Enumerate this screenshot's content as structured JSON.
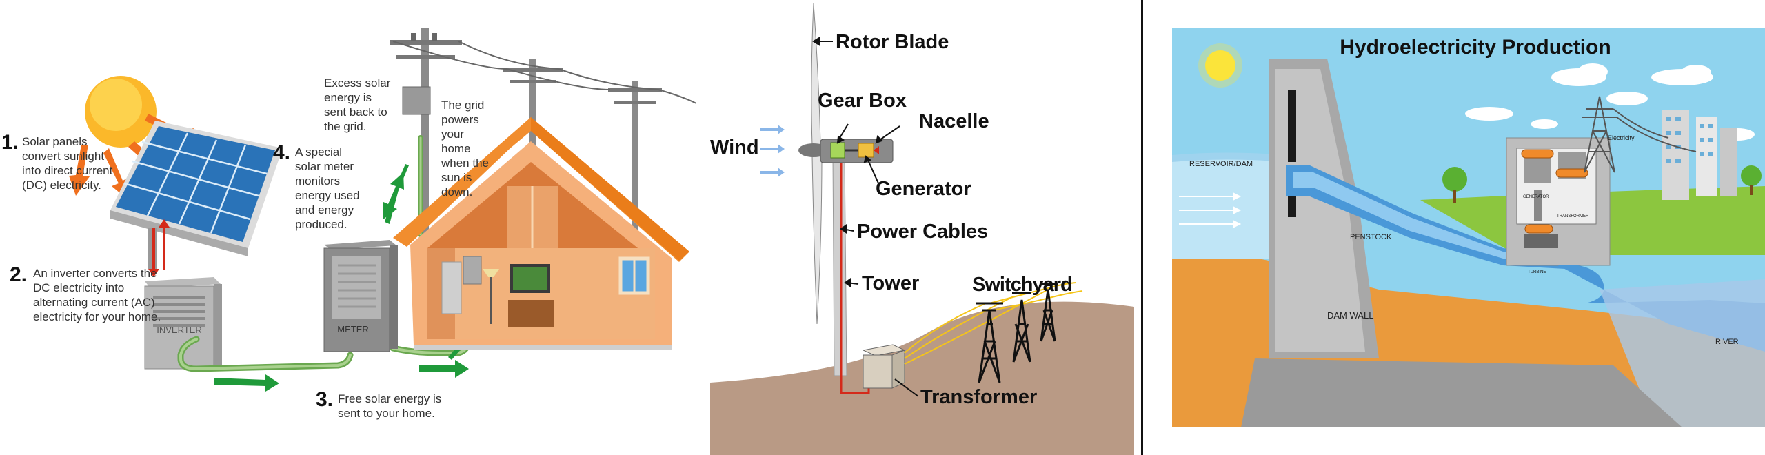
{
  "solar": {
    "step1": {
      "num": "1.",
      "text": "Solar panels convert sunlight into direct current (DC) electricity."
    },
    "step2": {
      "num": "2.",
      "text": "An inverter converts the DC electricity into alternating current (AC) electricity for your home."
    },
    "step3": {
      "num": "3.",
      "text": "Free solar energy is sent to your home."
    },
    "step4": {
      "num": "4.",
      "text": "A special solar meter monitors energy used and energy produced."
    },
    "excess": "Excess solar energy is sent back to the grid.",
    "grid": "The grid powers your home when the sun is down.",
    "inverter_label": "INVERTER",
    "meter_label": "METER"
  },
  "wind": {
    "rotor_blade": "Rotor Blade",
    "gear_box": "Gear Box",
    "nacelle": "Nacelle",
    "wind": "Wind",
    "generator": "Generator",
    "power_cables": "Power Cables",
    "tower": "Tower",
    "switchyard": "Switchyard",
    "transformer": "Transformer"
  },
  "hydro": {
    "title": "Hydroelectricity Production",
    "reservoir": "RESERVOIR/DAM",
    "penstock": "PENSTOCK",
    "dam_wall": "DAM WALL",
    "river": "RIVER",
    "electricity": "Electricity",
    "generator": "GENERATOR",
    "transformer": "TRANSFORMER",
    "turbine": "TURBINE"
  },
  "colors": {
    "arrow_green": "#1f9a3a",
    "sky": "#8fd3ee",
    "water": "#4a98d8",
    "ground": "#ea9a3c",
    "grass": "#8cc63f",
    "roof": "#f08a2a",
    "cable_red": "#d42a1a"
  }
}
